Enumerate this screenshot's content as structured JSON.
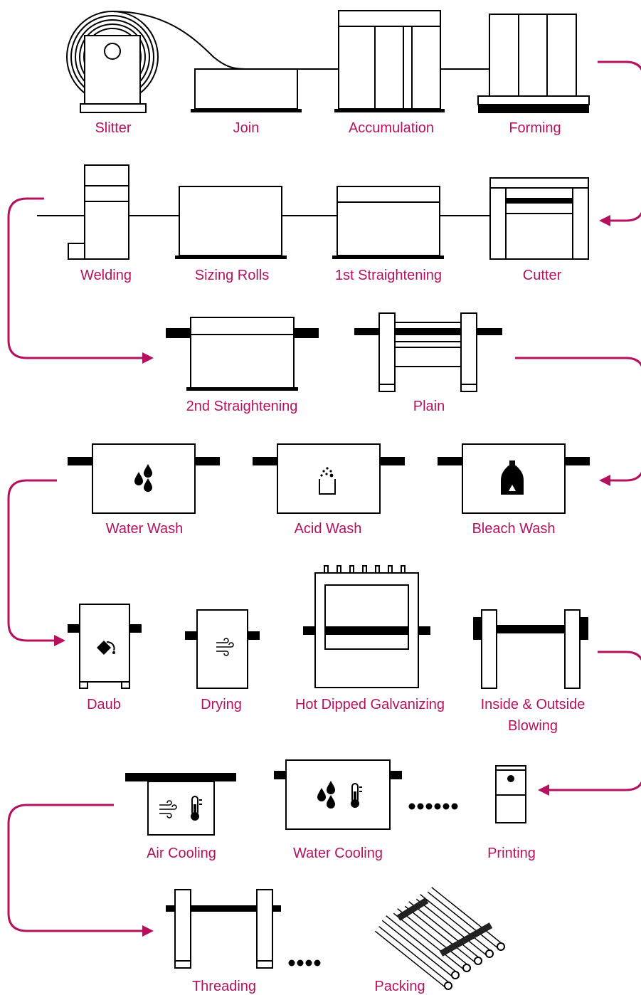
{
  "colors": {
    "label": "#b5115f",
    "flow_arrow": "#b5115f",
    "machine_outline": "#000000",
    "background": "#ffffff"
  },
  "stages": {
    "slitter": "Slitter",
    "join": "Join",
    "accumulation": "Accumulation",
    "forming": "Forming",
    "welding": "Welding",
    "sizing_rolls": "Sizing Rolls",
    "first_straightening": "1st Straightening",
    "cutter": "Cutter",
    "second_straightening": "2nd Straightening",
    "plain": "Plain",
    "water_wash": "Water Wash",
    "acid_wash": "Acid Wash",
    "bleach_wash": "Bleach Wash",
    "daub": "Daub",
    "drying": "Drying",
    "hot_dipped_galvanizing": "Hot Dipped Galvanizing",
    "blowing_line1": "Inside & Outside",
    "blowing_line2": "Blowing",
    "air_cooling": "Air Cooling",
    "water_cooling": "Water Cooling",
    "printing": "Printing",
    "threading": "Threading",
    "packing": "Packing"
  },
  "icons": {
    "water_wash": "water-drops-icon",
    "acid_wash": "acid-beaker-icon",
    "bleach_wash": "bleach-bottle-icon",
    "daub": "paint-bucket-icon",
    "drying": "wind-icon",
    "air_cooling": [
      "wind-icon",
      "thermometer-icon"
    ],
    "water_cooling": [
      "water-drops-icon",
      "thermometer-icon"
    ],
    "cutter": "warning-icon"
  }
}
